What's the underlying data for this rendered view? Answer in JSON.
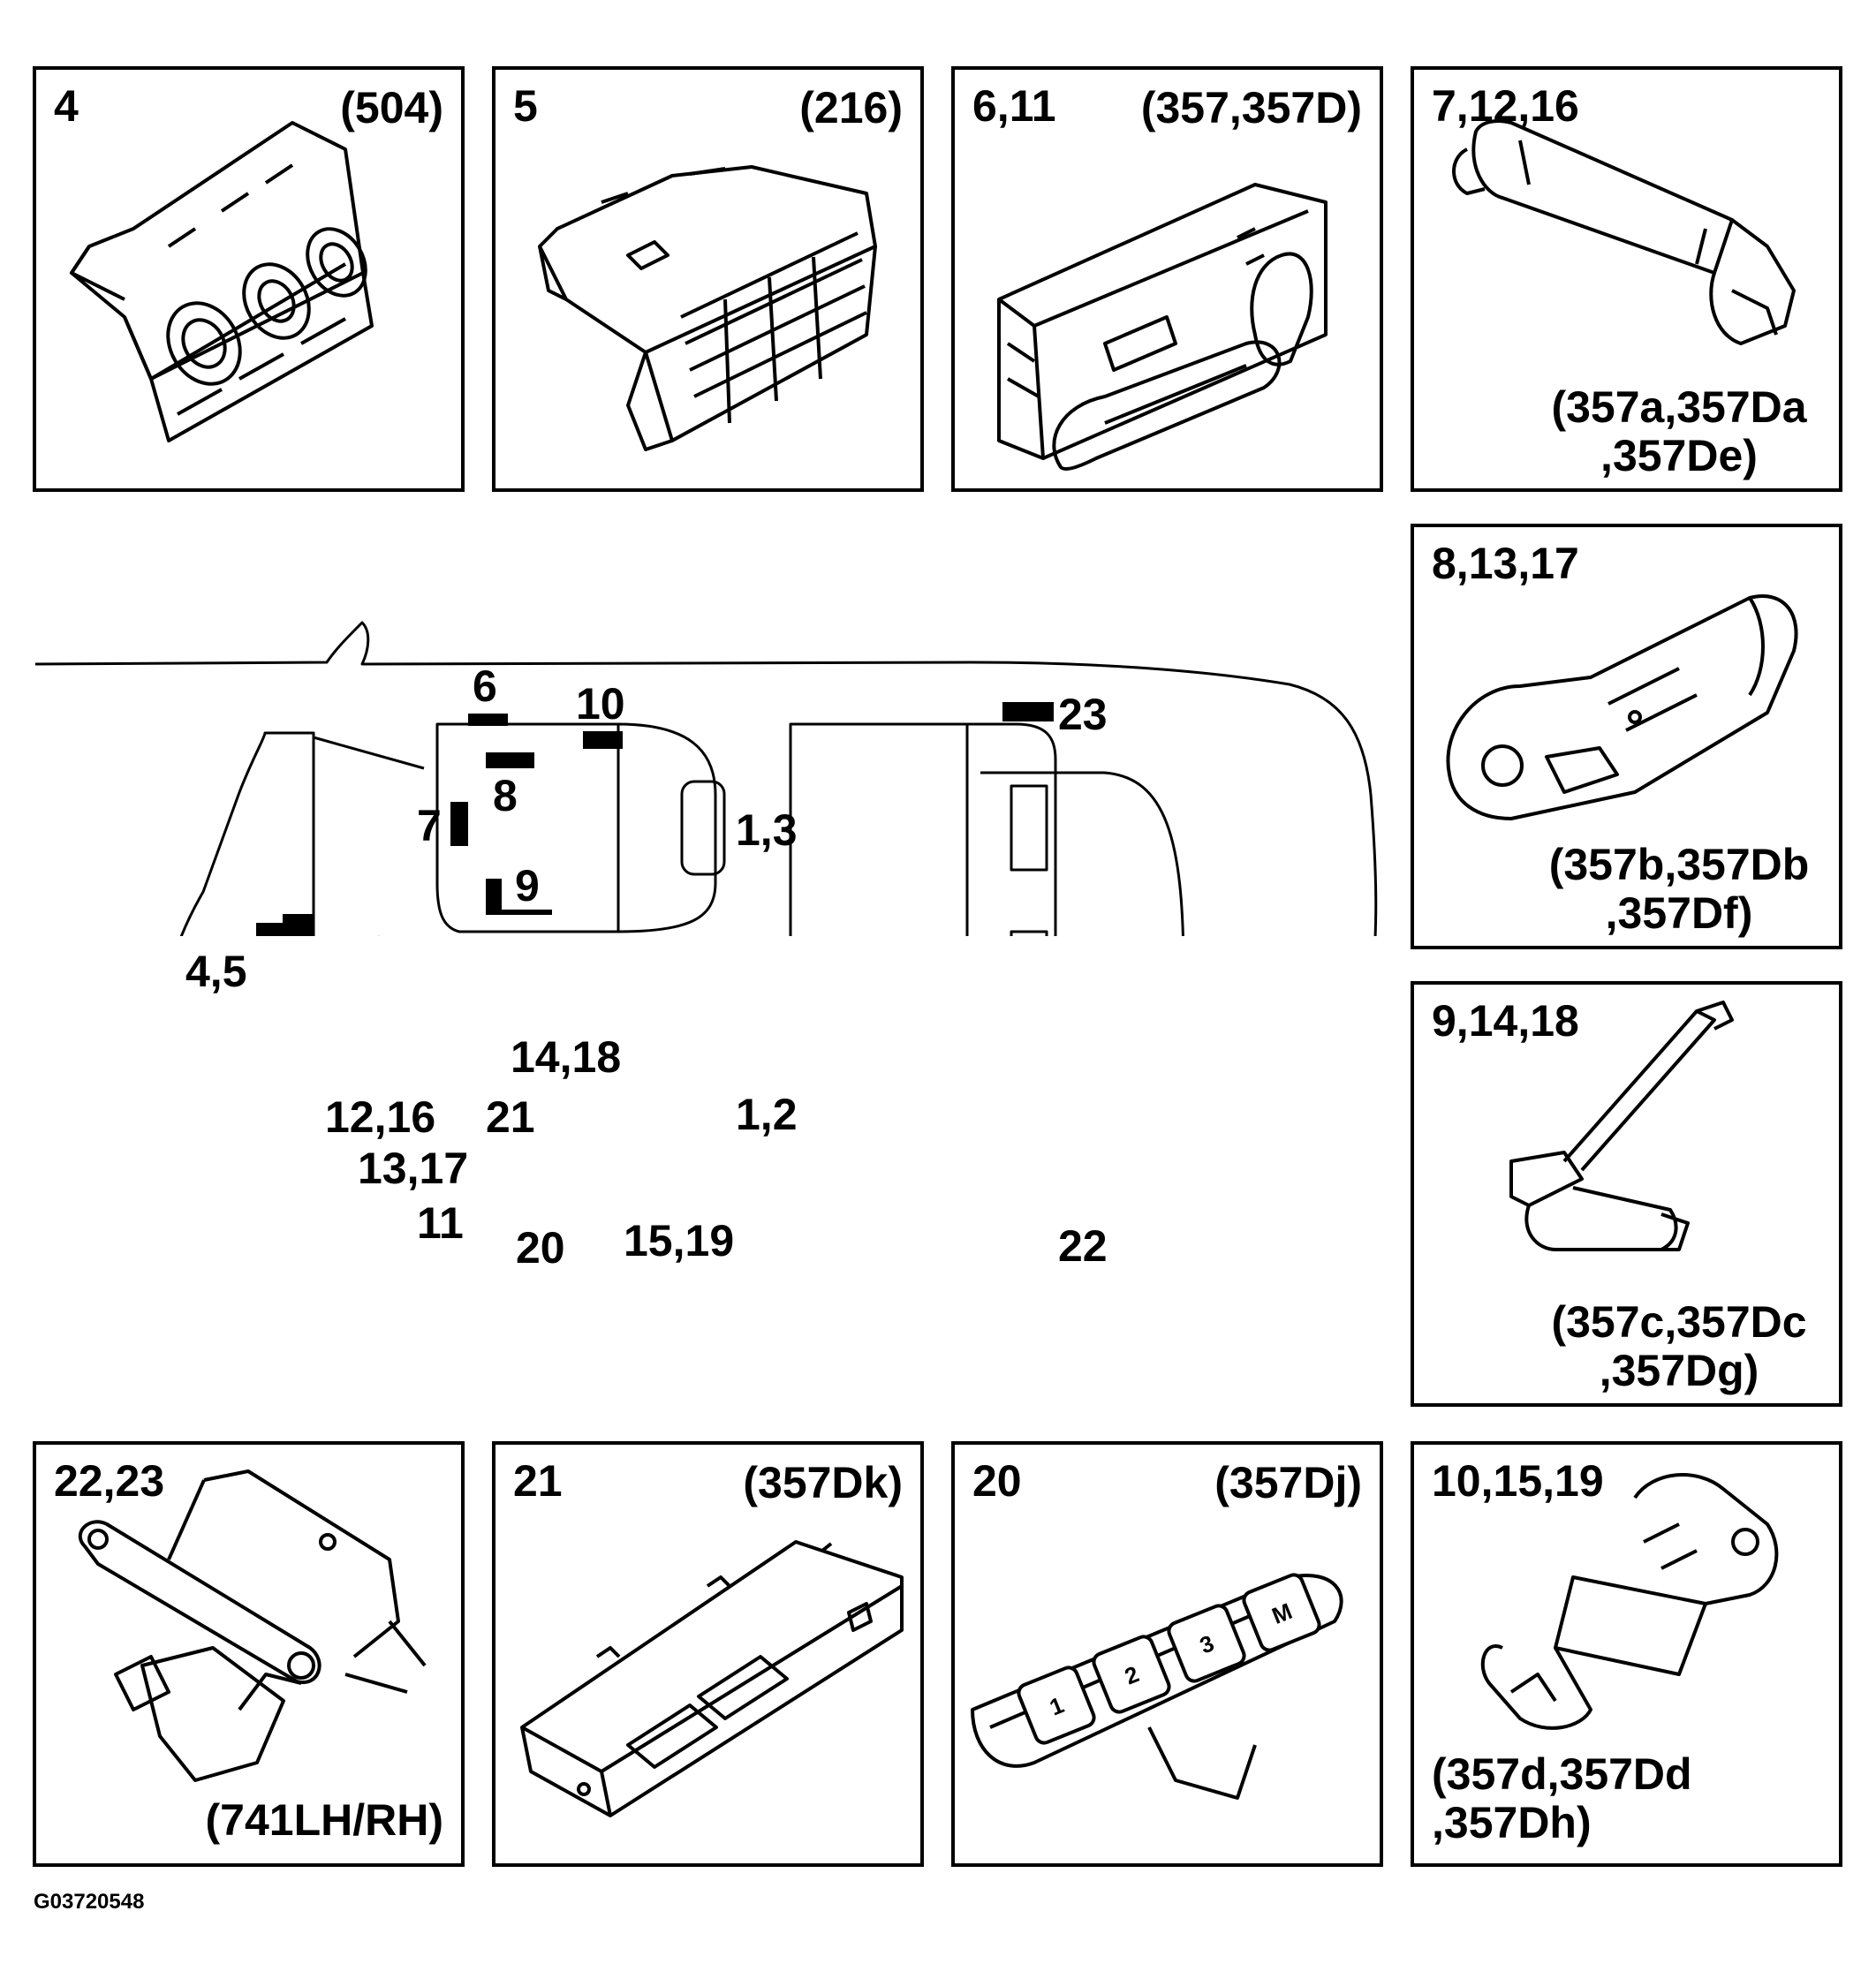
{
  "panels": [
    {
      "id": "4",
      "ref": "(504)",
      "part": "climate-control-panel"
    },
    {
      "id": "5",
      "ref": "(216)",
      "part": "control-module"
    },
    {
      "id": "6,11",
      "ref": "(357,357D)",
      "part": "seat-switch-module"
    },
    {
      "id": "7,12,16",
      "ref": "(357a,357Da\n,357De)",
      "part": "seat-motor"
    },
    {
      "id": "8,13,17",
      "ref": "(357b,357Db\n,357Df)",
      "part": "seat-motor"
    },
    {
      "id": "9,14,18",
      "ref": "(357c,357Dc\n,357Dg)",
      "part": "seat-motor"
    },
    {
      "id": "22,23",
      "ref": "(741LH/RH)",
      "part": "seat-latch"
    },
    {
      "id": "21",
      "ref": "(357Dk)",
      "part": "control-module"
    },
    {
      "id": "20",
      "ref": "(357Dj)",
      "part": "memory-switch"
    },
    {
      "id": "10,15,19",
      "ref": "(357d,357Dd\n,357Dh)",
      "part": "seat-motor"
    }
  ],
  "memory_buttons": [
    "1",
    "2",
    "3",
    "M"
  ],
  "vehicle_map": {
    "labels": [
      "6",
      "10",
      "23",
      "8",
      "7",
      "1,3",
      "9",
      "4,5",
      "14,18",
      "12,16",
      "21",
      "1,2",
      "13,17",
      "11",
      "20",
      "15,19",
      "22"
    ]
  },
  "figure_id": "G03720548"
}
